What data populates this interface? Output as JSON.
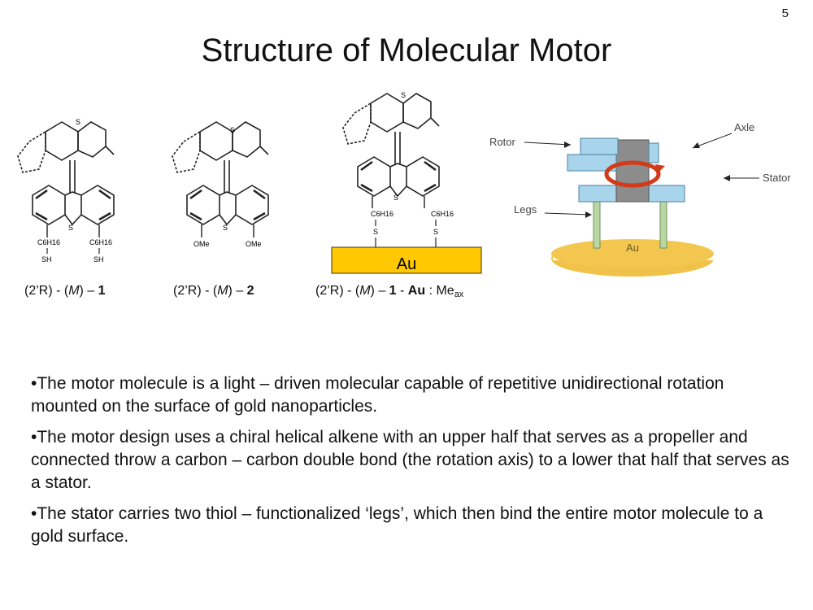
{
  "slide": {
    "number": "5",
    "title": "Structure of Molecular Motor"
  },
  "molecules": {
    "m1": {
      "legs": [
        "C6H16",
        "C6H16"
      ],
      "ends": [
        "SH",
        "SH"
      ],
      "ring_atoms": [
        "S",
        "S"
      ]
    },
    "m2": {
      "subs": [
        "OMe",
        "OMe"
      ],
      "ring_atoms": [
        "S",
        "S"
      ]
    },
    "m3": {
      "legs": [
        "C6H16",
        "C6H16"
      ],
      "ends": [
        "S",
        "S"
      ],
      "surface": "Au",
      "ring_atoms": [
        "S",
        "S"
      ]
    }
  },
  "captions": {
    "c1": {
      "a": "(2’R) - (",
      "b": "M",
      "c": ") – ",
      "d": "1"
    },
    "c2": {
      "a": "(2’R) - (",
      "b": "M",
      "c": ") – ",
      "d": "2"
    },
    "c3": {
      "a": "(2’R) - (",
      "b": "M",
      "c": ") – ",
      "d": "1",
      "e": " - ",
      "f": "Au",
      "g": " : Me",
      "h": "ax"
    }
  },
  "diagram": {
    "labels": {
      "rotor": "Rotor",
      "axle": "Axle",
      "stator": "Stator",
      "legs": "Legs",
      "au": "Au"
    },
    "colors": {
      "block": "#a8d4ec",
      "axle": "#8c8c8c",
      "arrow": "#d23a1a",
      "legs": "#b9d7a4",
      "gold": "#f0c24a"
    }
  },
  "bullets": [
    "•The motor molecule is a light – driven molecular capable of repetitive unidirectional rotation mounted on the surface of gold nanoparticles.",
    "•The motor design uses a chiral helical alkene with an upper half that serves as a propeller and connected throw a carbon – carbon double bond (the rotation axis) to a lower that half that serves as a stator.",
    "•The stator carries two thiol – functionalized ‘legs’, which then bind the entire motor molecule to a gold surface."
  ]
}
